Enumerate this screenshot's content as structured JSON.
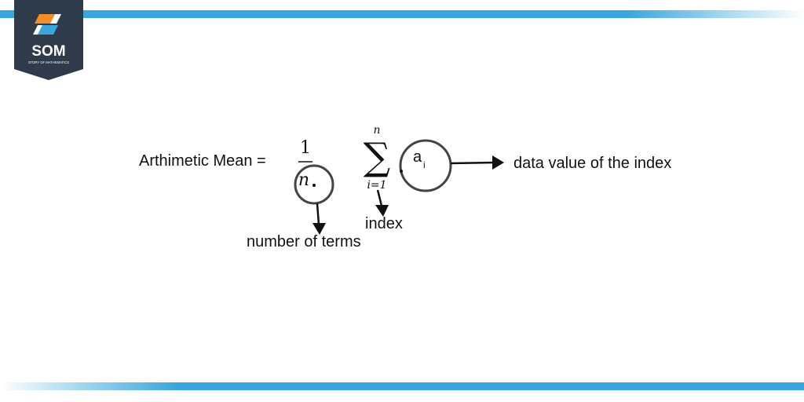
{
  "brand": {
    "name": "SOM",
    "tagline": "STORY OF MATHEMATICS",
    "colors": {
      "navy": "#2f3a4a",
      "orange": "#f28c28",
      "blue": "#3aa6dd"
    }
  },
  "formula": {
    "lhs": "Arthimetic Mean =",
    "numerator": "1",
    "denominator": "n",
    "sum_upper": "n",
    "sum_symbol": "∑",
    "sum_lower": "i=1",
    "term": "a",
    "term_subscript": "i"
  },
  "annotations": {
    "denominator_label": "number of terms",
    "index_label": "index",
    "term_label": "data value of the index"
  },
  "icons": [
    "som-logo-icon",
    "arrow-down-icon",
    "arrow-right-icon"
  ]
}
